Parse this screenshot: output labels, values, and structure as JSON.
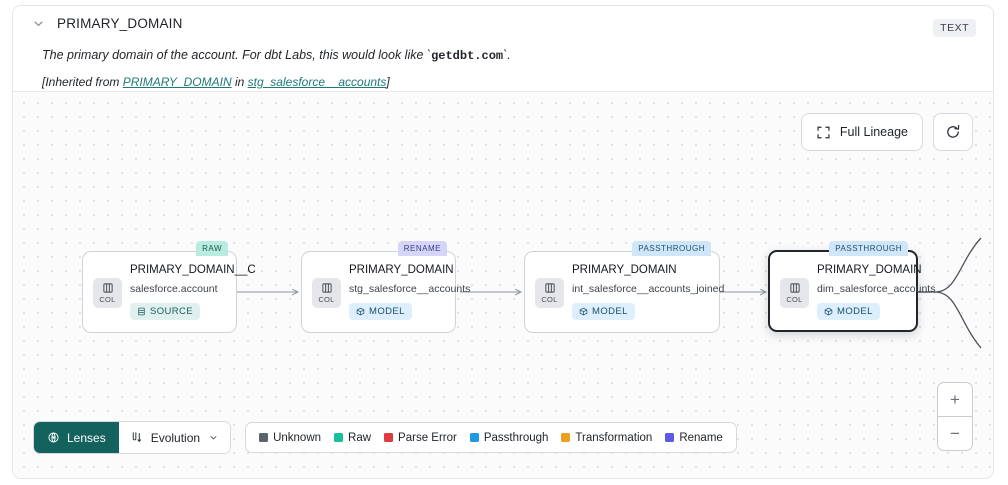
{
  "header": {
    "collapse_icon": "chevron-down-icon",
    "title": "PRIMARY_DOMAIN",
    "type_badge": "TEXT",
    "description_prefix": "The primary domain of the account. For dbt Labs, this would look like `",
    "description_code": "getdbt.com",
    "description_suffix": "`.",
    "inherited_prefix": "[Inherited from ",
    "inherited_column": "PRIMARY_DOMAIN",
    "inherited_middle": " in ",
    "inherited_table": "stg_salesforce__accounts",
    "inherited_suffix": "]"
  },
  "canvas_controls": {
    "full_lineage_label": "Full Lineage",
    "full_lineage_icon": "expand-icon",
    "refresh_icon": "refresh-icon",
    "zoom_in_label": "+",
    "zoom_out_label": "−"
  },
  "lineage": {
    "nodes": [
      {
        "lens_badge": "RAW",
        "lens_kind": "raw",
        "col_label": "COL",
        "column_name": "PRIMARY_DOMAIN__C",
        "table_name": "salesforce.account",
        "asset_type": "SOURCE",
        "asset_kind": "source",
        "selected": false
      },
      {
        "lens_badge": "RENAME",
        "lens_kind": "rename",
        "col_label": "COL",
        "column_name": "PRIMARY_DOMAIN",
        "table_name": "stg_salesforce__accounts",
        "asset_type": "MODEL",
        "asset_kind": "model",
        "selected": false
      },
      {
        "lens_badge": "PASSTHROUGH",
        "lens_kind": "pass",
        "col_label": "COL",
        "column_name": "PRIMARY_DOMAIN",
        "table_name": "int_salesforce__accounts_joined",
        "asset_type": "MODEL",
        "asset_kind": "model",
        "selected": false
      },
      {
        "lens_badge": "PASSTHROUGH",
        "lens_kind": "pass",
        "col_label": "COL",
        "column_name": "PRIMARY_DOMAIN",
        "table_name": "dim_salesforce_accounts",
        "asset_type": "MODEL",
        "asset_kind": "model",
        "selected": true
      }
    ]
  },
  "bottom_bar": {
    "lenses_label": "Lenses",
    "lenses_icon": "lens-icon",
    "evolution_label": "Evolution",
    "evolution_icon": "evolution-icon",
    "evolution_chevron": "chevron-down-icon",
    "legend": [
      {
        "label": "Unknown",
        "color": "#5d636b"
      },
      {
        "label": "Raw",
        "color": "#17bfa0"
      },
      {
        "label": "Parse Error",
        "color": "#e0393e"
      },
      {
        "label": "Passthrough",
        "color": "#1e9be0"
      },
      {
        "label": "Transformation",
        "color": "#f0a020"
      },
      {
        "label": "Rename",
        "color": "#5b5be8"
      }
    ]
  }
}
